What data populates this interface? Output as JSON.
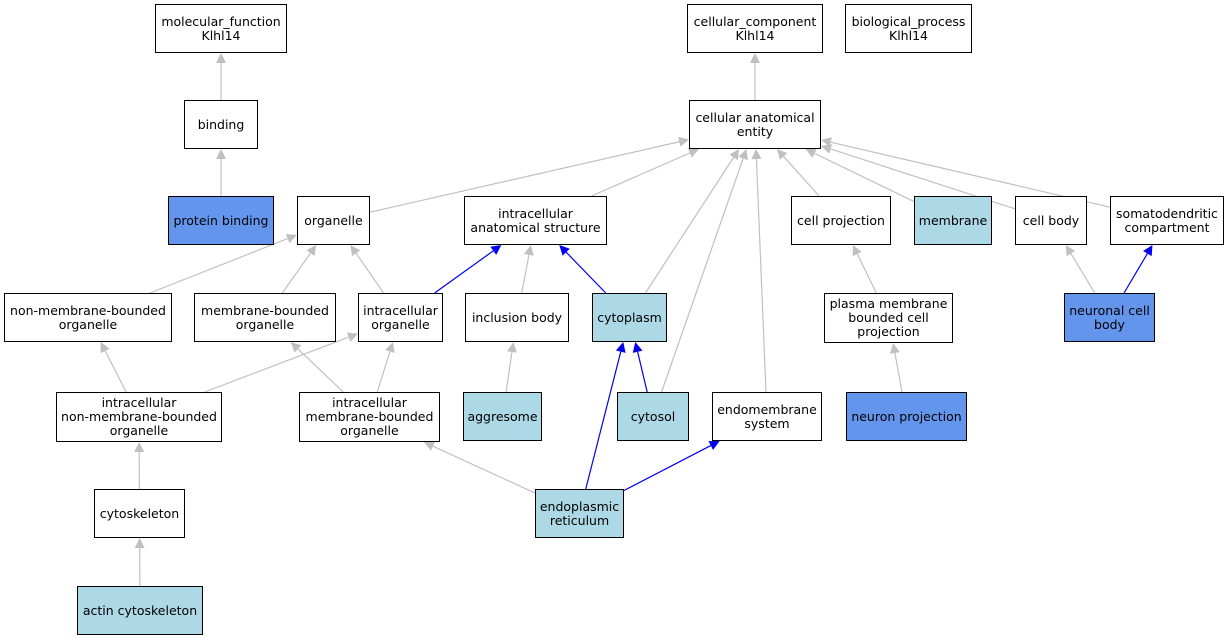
{
  "colors": {
    "white": "#ffffff",
    "light": "#add8e6",
    "dark": "#6495ed",
    "edge_grey": "#c0c0c0",
    "edge_blue": "#0000ee"
  },
  "nodes": {
    "molecular_function": {
      "label": "molecular_function\nKlhl14",
      "fill": "white"
    },
    "cellular_component": {
      "label": "cellular_component\nKlhl14",
      "fill": "white"
    },
    "biological_process": {
      "label": "biological_process\nKlhl14",
      "fill": "white"
    },
    "binding": {
      "label": "binding",
      "fill": "white"
    },
    "cellular_anatomical_entity": {
      "label": "cellular anatomical\nentity",
      "fill": "white"
    },
    "protein_binding": {
      "label": "protein binding",
      "fill": "dark"
    },
    "organelle": {
      "label": "organelle",
      "fill": "white"
    },
    "intracellular_anatomical_structure": {
      "label": "intracellular\nanatomical structure",
      "fill": "white"
    },
    "cell_projection": {
      "label": "cell projection",
      "fill": "white"
    },
    "membrane": {
      "label": "membrane",
      "fill": "light"
    },
    "cell_body": {
      "label": "cell body",
      "fill": "white"
    },
    "somatodendritic_compartment": {
      "label": "somatodendritic\ncompartment",
      "fill": "white"
    },
    "non_membrane_bounded_organelle": {
      "label": "non-membrane-bounded\norganelle",
      "fill": "white"
    },
    "membrane_bounded_organelle": {
      "label": "membrane-bounded\norganelle",
      "fill": "white"
    },
    "intracellular_organelle": {
      "label": "intracellular\norganelle",
      "fill": "white"
    },
    "inclusion_body": {
      "label": "inclusion body",
      "fill": "white"
    },
    "cytoplasm": {
      "label": "cytoplasm",
      "fill": "light"
    },
    "plasma_membrane_bounded_cell_projection": {
      "label": "plasma membrane\nbounded cell\nprojection",
      "fill": "white"
    },
    "neuronal_cell_body": {
      "label": "neuronal cell\nbody",
      "fill": "dark"
    },
    "intracellular_non_membrane_bounded_organelle": {
      "label": "intracellular\nnon-membrane-bounded\norganelle",
      "fill": "white"
    },
    "intracellular_membrane_bounded_organelle": {
      "label": "intracellular\nmembrane-bounded\norganelle",
      "fill": "white"
    },
    "aggresome": {
      "label": "aggresome",
      "fill": "light"
    },
    "cytosol": {
      "label": "cytosol",
      "fill": "light"
    },
    "endomembrane_system": {
      "label": "endomembrane\nsystem",
      "fill": "white"
    },
    "neuron_projection": {
      "label": "neuron projection",
      "fill": "dark"
    },
    "cytoskeleton": {
      "label": "cytoskeleton",
      "fill": "white"
    },
    "endoplasmic_reticulum": {
      "label": "endoplasmic\nreticulum",
      "fill": "light"
    },
    "actin_cytoskeleton": {
      "label": "actin cytoskeleton",
      "fill": "light"
    }
  },
  "edges": [
    {
      "from": "binding",
      "to": "molecular_function",
      "color": "grey"
    },
    {
      "from": "protein_binding",
      "to": "binding",
      "color": "grey"
    },
    {
      "from": "cellular_anatomical_entity",
      "to": "cellular_component",
      "color": "grey"
    },
    {
      "from": "organelle",
      "to": "cellular_anatomical_entity",
      "color": "grey"
    },
    {
      "from": "intracellular_anatomical_structure",
      "to": "cellular_anatomical_entity",
      "color": "grey"
    },
    {
      "from": "cytoplasm",
      "to": "cellular_anatomical_entity",
      "color": "grey"
    },
    {
      "from": "cytosol",
      "to": "cellular_anatomical_entity",
      "color": "grey"
    },
    {
      "from": "endomembrane_system",
      "to": "cellular_anatomical_entity",
      "color": "grey"
    },
    {
      "from": "cell_projection",
      "to": "cellular_anatomical_entity",
      "color": "grey"
    },
    {
      "from": "membrane",
      "to": "cellular_anatomical_entity",
      "color": "grey"
    },
    {
      "from": "cell_body",
      "to": "cellular_anatomical_entity",
      "color": "grey"
    },
    {
      "from": "somatodendritic_compartment",
      "to": "cellular_anatomical_entity",
      "color": "grey"
    },
    {
      "from": "non_membrane_bounded_organelle",
      "to": "organelle",
      "color": "grey"
    },
    {
      "from": "membrane_bounded_organelle",
      "to": "organelle",
      "color": "grey"
    },
    {
      "from": "intracellular_organelle",
      "to": "organelle",
      "color": "grey"
    },
    {
      "from": "intracellular_organelle",
      "to": "intracellular_anatomical_structure",
      "color": "blue"
    },
    {
      "from": "inclusion_body",
      "to": "intracellular_anatomical_structure",
      "color": "grey"
    },
    {
      "from": "cytoplasm",
      "to": "intracellular_anatomical_structure",
      "color": "blue"
    },
    {
      "from": "plasma_membrane_bounded_cell_projection",
      "to": "cell_projection",
      "color": "grey"
    },
    {
      "from": "neuronal_cell_body",
      "to": "cell_body",
      "color": "grey"
    },
    {
      "from": "neuronal_cell_body",
      "to": "somatodendritic_compartment",
      "color": "blue"
    },
    {
      "from": "intracellular_non_membrane_bounded_organelle",
      "to": "non_membrane_bounded_organelle",
      "color": "grey"
    },
    {
      "from": "intracellular_non_membrane_bounded_organelle",
      "to": "intracellular_organelle",
      "color": "grey"
    },
    {
      "from": "intracellular_membrane_bounded_organelle",
      "to": "membrane_bounded_organelle",
      "color": "grey"
    },
    {
      "from": "intracellular_membrane_bounded_organelle",
      "to": "intracellular_organelle",
      "color": "grey"
    },
    {
      "from": "aggresome",
      "to": "inclusion_body",
      "color": "grey"
    },
    {
      "from": "cytosol",
      "to": "cytoplasm",
      "color": "blue"
    },
    {
      "from": "neuron_projection",
      "to": "plasma_membrane_bounded_cell_projection",
      "color": "grey"
    },
    {
      "from": "cytoskeleton",
      "to": "intracellular_non_membrane_bounded_organelle",
      "color": "grey"
    },
    {
      "from": "endoplasmic_reticulum",
      "to": "intracellular_membrane_bounded_organelle",
      "color": "grey"
    },
    {
      "from": "endoplasmic_reticulum",
      "to": "cytoplasm",
      "color": "blue"
    },
    {
      "from": "endoplasmic_reticulum",
      "to": "endomembrane_system",
      "color": "blue"
    },
    {
      "from": "actin_cytoskeleton",
      "to": "cytoskeleton",
      "color": "grey"
    }
  ]
}
